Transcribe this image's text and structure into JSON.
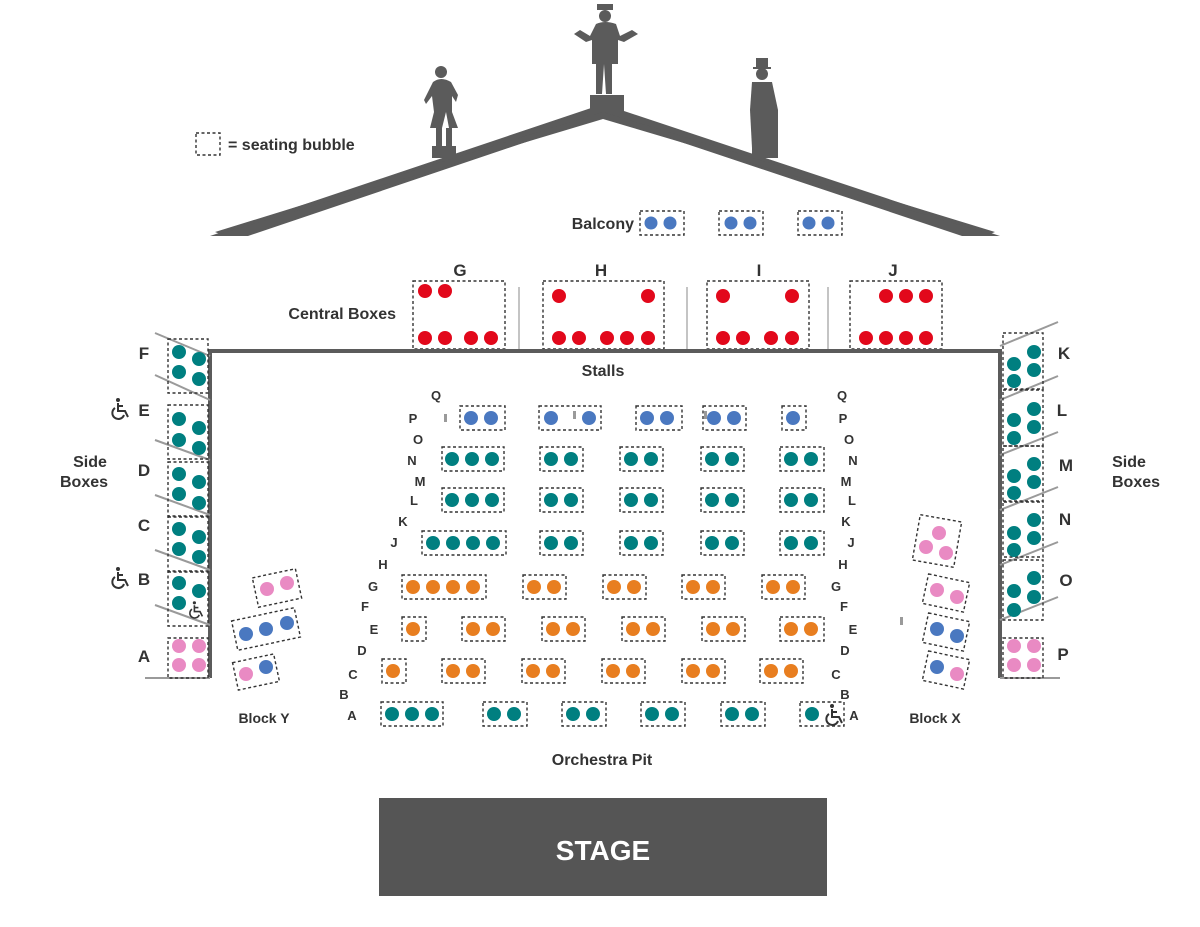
{
  "colors": {
    "ink": "#5b5b5b",
    "text": "#333333",
    "blue": "#4a78c0",
    "red": "#e2081b",
    "teal": "#007f80",
    "orange": "#e87e20",
    "pink": "#e98ac3",
    "stage": "#555555",
    "stage_text": "#ffffff"
  },
  "legend": {
    "icon": "dashed-box",
    "text": "= seating bubble"
  },
  "labels": {
    "balcony": "Balcony",
    "central_boxes": "Central Boxes",
    "stalls": "Stalls",
    "side_boxes_left": [
      "Side",
      "Boxes"
    ],
    "side_boxes_right": [
      "Side",
      "Boxes"
    ],
    "block_y": "Block Y",
    "block_x": "Block X",
    "orchestra_pit": "Orchestra Pit",
    "stage": "STAGE"
  },
  "central_boxes": [
    "G",
    "H",
    "I",
    "J"
  ],
  "left_boxes": [
    "F",
    "E",
    "D",
    "C",
    "B",
    "A"
  ],
  "right_boxes": [
    "K",
    "L",
    "M",
    "N",
    "O",
    "P"
  ],
  "wheelchair_boxes": [
    "E",
    "B"
  ],
  "stalls_rows_left": [
    "Q",
    "P",
    "O",
    "N",
    "M",
    "L",
    "K",
    "J",
    "H",
    "G",
    "F",
    "E",
    "D",
    "C",
    "B",
    "A"
  ],
  "stalls_rows_right": [
    "Q",
    "P",
    "O",
    "N",
    "M",
    "L",
    "K",
    "J",
    "H",
    "G",
    "F",
    "E",
    "D",
    "C",
    "B",
    "A"
  ],
  "icons": [
    "statue-icon",
    "wheelchair-icon",
    "dashed-box-icon"
  ]
}
